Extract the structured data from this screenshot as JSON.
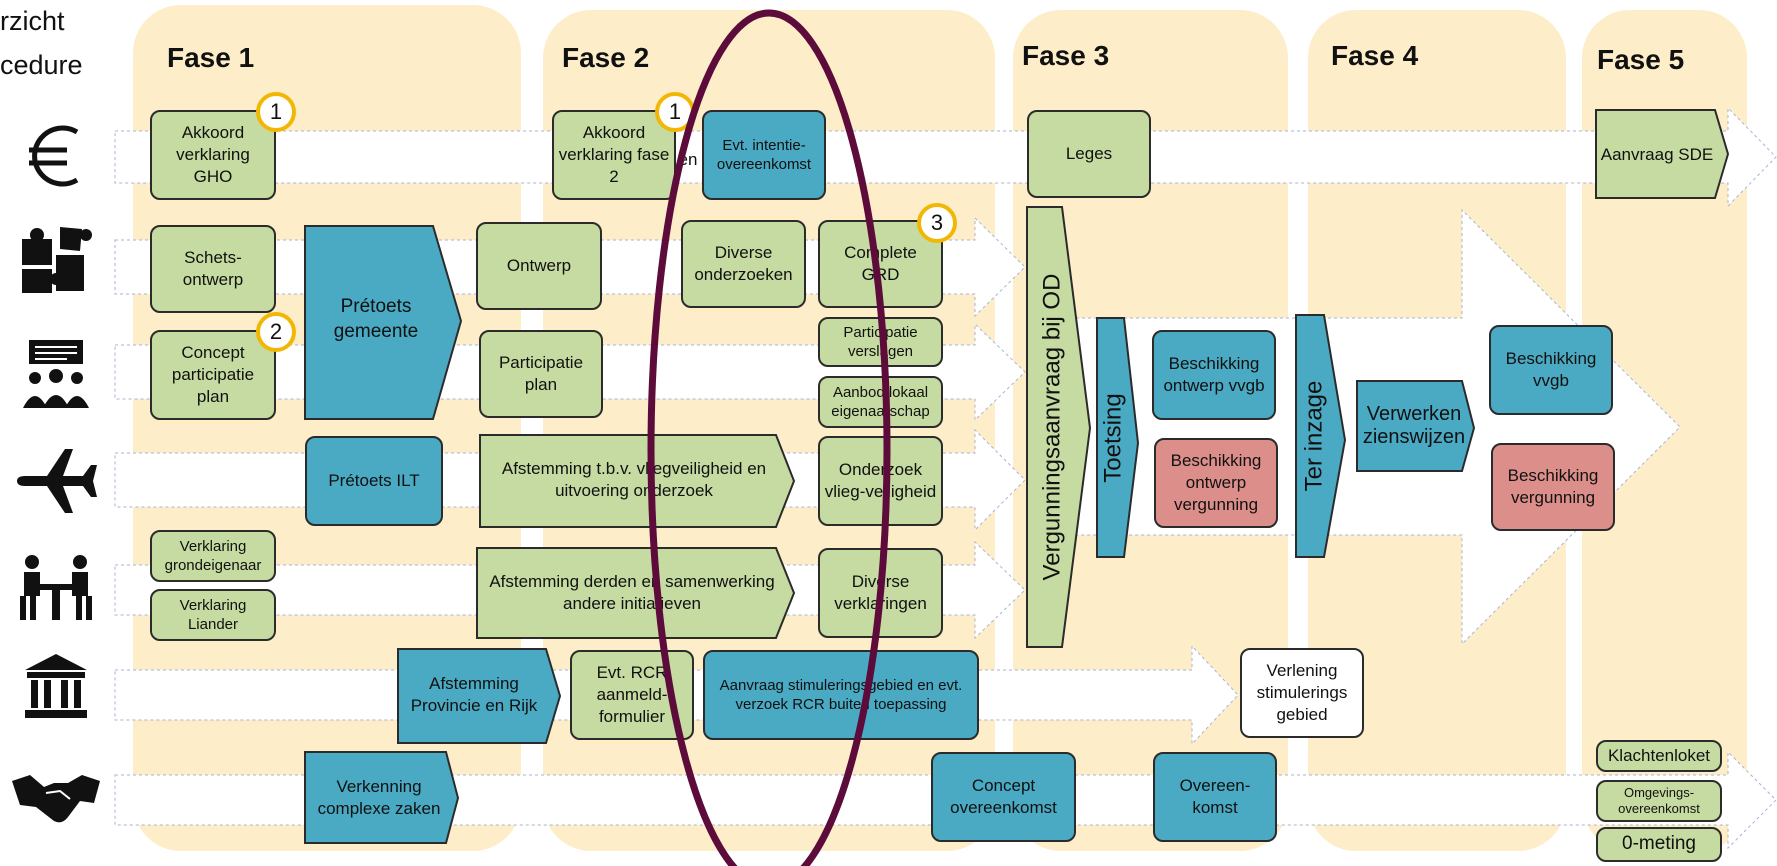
{
  "corner_text": {
    "line1": "rzicht",
    "line2": "cedure"
  },
  "phases": {
    "fase1": "Fase 1",
    "fase2": "Fase 2",
    "fase3": "Fase 3",
    "fase4": "Fase 4",
    "fase5": "Fase 5"
  },
  "row_icons": [
    "euro-icon",
    "puzzle-icon",
    "meeting-icon",
    "airplane-icon",
    "negotiation-icon",
    "government-building-icon",
    "handshake-icon"
  ],
  "boxes": {
    "akkoord_ghoi": "Akkoord verklaring GHO",
    "schetsontwerp": "Schets-ontwerp",
    "concept_participatieplan": "Concept participatie plan",
    "verklaring_grondeigenaar": "Verklaring grondeigenaar",
    "verklaring_liander": "Verklaring Liander",
    "pretoets_gemeente": "Prétoets gemeente",
    "pretoets_ilt": "Prétoets ILT",
    "afstemming_provincie": "Afstemming Provincie en Rijk",
    "verkenning_complexe_zaken": "Verkenning complexe zaken",
    "akkoord_fase2": "Akkoord verklaring fase 2",
    "en_fragment": "en",
    "intentie_overeenkomst": "Evt. intentie-overeenkomst",
    "ontwerp": "Ontwerp",
    "diverse_onderzoeken": "Diverse onderzoeken",
    "complete_grd": "Complete GRD",
    "participatieplan": "Participatie plan",
    "participatieverslagen": "Participatie verslagen",
    "aanbod_lokaal": "Aanbod lokaal eigenaarschap",
    "afstemming_vliegveiligheid": "Afstemming t.b.v. vliegveiligheid en uitvoering onderzoek",
    "onderzoek_vliegveiligheid": "Onderzoek vlieg-veiligheid",
    "afstemming_derden": "Afstemming derden en samenwerking andere initiatieven",
    "diverse_verklaringen": "Diverse verklaringen",
    "evt_rcr": "Evt. RCR aanmeld-formulier",
    "aanvraag_stimulering": "Aanvraag stimuleringsgebied en evt. verzoek RCR buiten toepassing",
    "concept_overeenkomst": "Concept overeenkomst",
    "leges": "Leges",
    "vergunningsaanvraag": "Vergunningsaanvraag bij OD",
    "toetsing": "Toetsing",
    "beschikking_ontwerp_vvgb": "Beschikking ontwerp vvgb",
    "beschikking_ontwerp_vergunning": "Beschikking ontwerp vergunning",
    "verlening_stimulering": "Verlening stimulerings gebied",
    "overeenkomst": "Overeen-komst",
    "ter_inzage": "Ter inzage",
    "verwerken_zienswijzen": "Verwerken zienswijzen",
    "beschikking_vvgb": "Beschikking vvgb",
    "beschikking_vergunning": "Beschikking vergunning",
    "aanvraag_sde": "Aanvraag SDE",
    "klachtenloket": "Klachtenloket",
    "omgevingsovereenkomst": "Omgevings-overeenkomst",
    "nulmeting": "0-meting"
  },
  "badges": {
    "b1a": "1",
    "b1b": "1",
    "b2": "2",
    "b3": "3"
  },
  "colors": {
    "phase_bg": "#fdeec9",
    "green": "#c6dba1",
    "blue": "#4aa9c3",
    "red": "#dc8f8a",
    "badge_ring": "#f2b705",
    "ellipse": "#5c0b3a"
  }
}
